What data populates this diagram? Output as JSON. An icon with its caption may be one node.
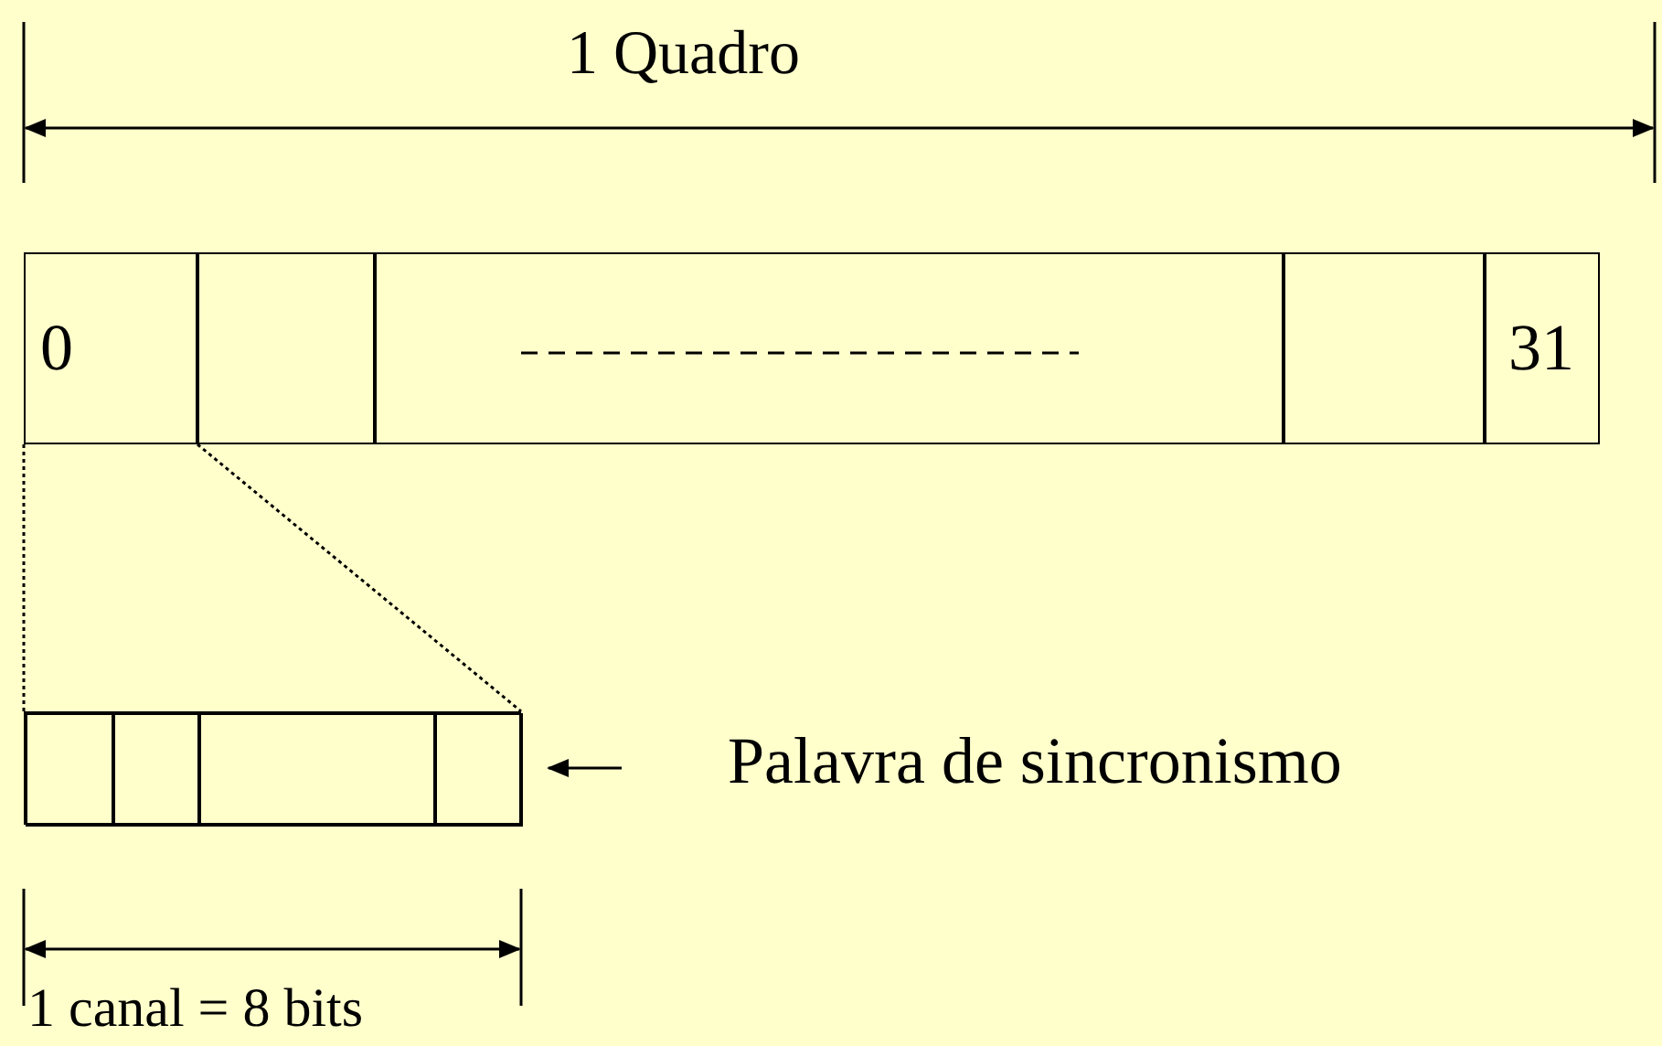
{
  "diagram": {
    "nodes": [
      {
        "text": [
          "0"
        ]
      },
      {
        "text": [],
        "shape": "box"
      },
      {
        "text": [],
        "shape": "box"
      },
      {
        "text": [],
        "shape": "box"
      },
      {
        "text": [
          "31"
        ]
      },
      {
        "text": [],
        "shape": "box"
      },
      {
        "text": [],
        "shape": "box",
        "in": 5
      },
      {
        "text": [],
        "shape": "box",
        "in": 5
      },
      {
        "text": [],
        "shape": "box",
        "in": 5
      },
      {
        "text": [],
        "shape": "box",
        "in": 5
      },
      {
        "text": [
          "Palavra de sincronismo"
        ]
      }
    ],
    "edges": [
      {
        "from": 0,
        "to": 5,
        "arrow": "none",
        "style": "dashed"
      },
      {
        "from": 0,
        "to": 5,
        "arrow": "none",
        "style": "dashed"
      },
      {
        "from": 10,
        "to": 5,
        "arrow": "to"
      }
    ],
    "labels": [
      "1 Quadro",
      "1 canal = 8 bits"
    ]
  }
}
